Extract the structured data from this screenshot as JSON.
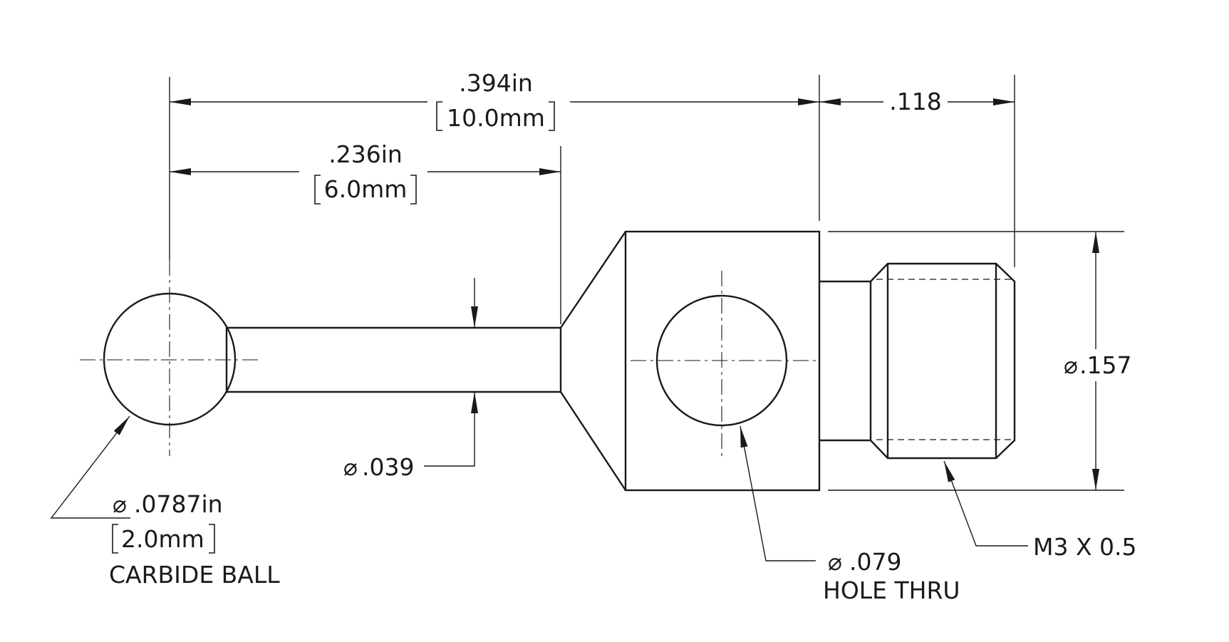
{
  "dimensions": {
    "overall_in": ".394in",
    "overall_mm": "10.0mm",
    "stem_in": ".236in",
    "stem_mm": "6.0mm",
    "thread_length": ".118",
    "body_dia": ".157",
    "stem_dia": ".039",
    "hole_dia": ".079",
    "hole_note": "HOLE THRU",
    "ball_dia_in": ".0787in",
    "ball_dia_mm": "2.0mm",
    "ball_note": "CARBIDE BALL",
    "thread_callout": "M3 X 0.5"
  },
  "symbols": {
    "diameter": "⌀"
  }
}
